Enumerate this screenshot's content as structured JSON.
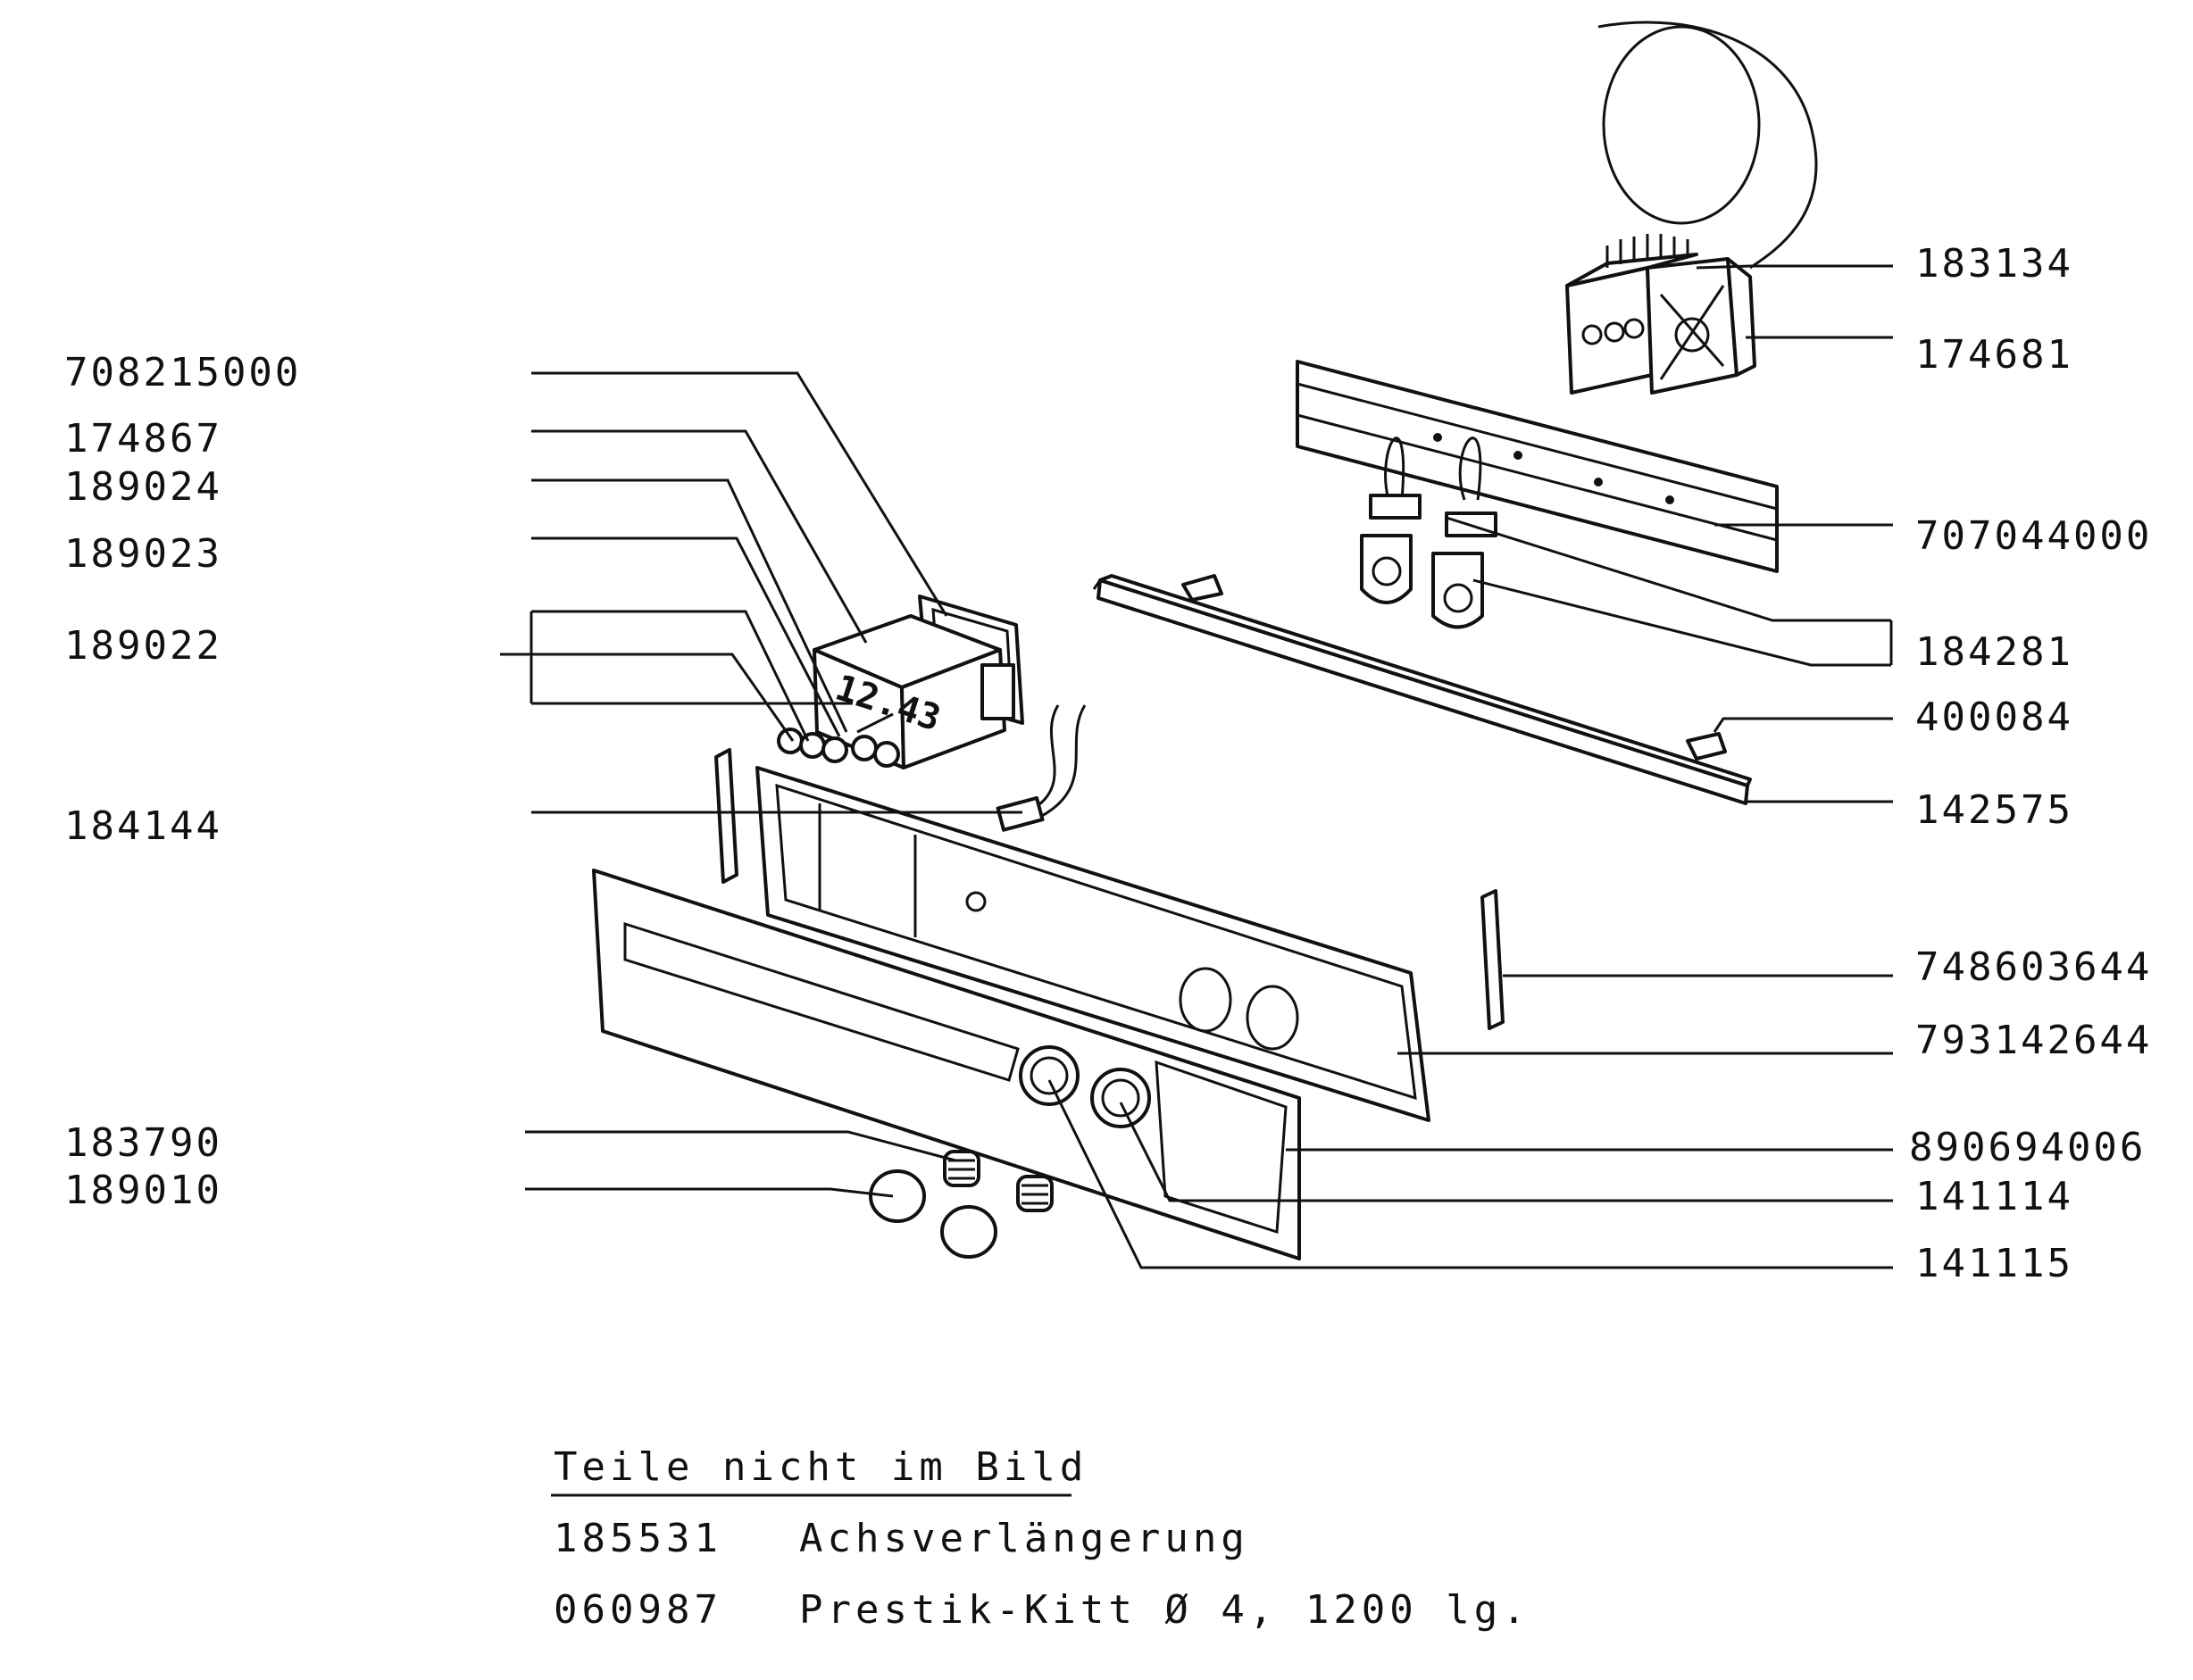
{
  "labels_left": [
    "708215000",
    "174867",
    "189024",
    "189023",
    "189022",
    "184144",
    "183790",
    "189010"
  ],
  "labels_right": [
    "183134",
    "174681",
    "707044000",
    "184281",
    "400084",
    "142575",
    "748603644",
    "793142644",
    "890694006",
    "141114",
    "141115"
  ],
  "clock_display": "12.43",
  "notes": {
    "heading": "Teile nicht im Bild",
    "items": [
      {
        "code": "185531",
        "text": "Achsverlängerung"
      },
      {
        "code": "060987",
        "text": "Prestik-Kitt Ø 4, 1200 lg."
      }
    ]
  }
}
